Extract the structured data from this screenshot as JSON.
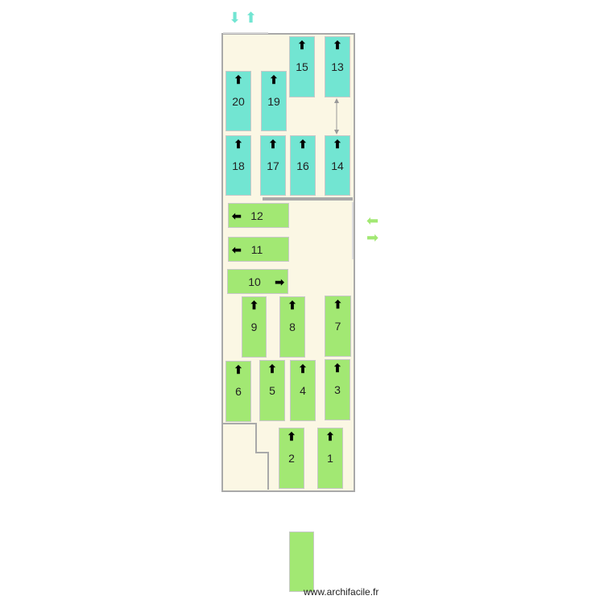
{
  "colors": {
    "teal": "#72e5d2",
    "green": "#a2e873",
    "floor": "#fbf7e4",
    "wall": "#a9a9a9"
  },
  "spots": [
    {
      "n": "1",
      "color": "green",
      "arrow": "up"
    },
    {
      "n": "2",
      "color": "green",
      "arrow": "up"
    },
    {
      "n": "3",
      "color": "green",
      "arrow": "up"
    },
    {
      "n": "4",
      "color": "green",
      "arrow": "up"
    },
    {
      "n": "5",
      "color": "green",
      "arrow": "up"
    },
    {
      "n": "6",
      "color": "green",
      "arrow": "up"
    },
    {
      "n": "7",
      "color": "green",
      "arrow": "up"
    },
    {
      "n": "8",
      "color": "green",
      "arrow": "up"
    },
    {
      "n": "9",
      "color": "green",
      "arrow": "up"
    },
    {
      "n": "10",
      "color": "green",
      "arrow": "right"
    },
    {
      "n": "11",
      "color": "green",
      "arrow": "left"
    },
    {
      "n": "12",
      "color": "green",
      "arrow": "left"
    },
    {
      "n": "13",
      "color": "teal",
      "arrow": "up"
    },
    {
      "n": "14",
      "color": "teal",
      "arrow": "up"
    },
    {
      "n": "15",
      "color": "teal",
      "arrow": "up"
    },
    {
      "n": "16",
      "color": "teal",
      "arrow": "up"
    },
    {
      "n": "17",
      "color": "teal",
      "arrow": "up"
    },
    {
      "n": "18",
      "color": "teal",
      "arrow": "up"
    },
    {
      "n": "19",
      "color": "teal",
      "arrow": "up"
    },
    {
      "n": "20",
      "color": "teal",
      "arrow": "up"
    }
  ],
  "entrances": {
    "top": [
      "down",
      "up"
    ],
    "right": [
      "left",
      "right"
    ]
  },
  "watermark": "www.archifacile.fr"
}
